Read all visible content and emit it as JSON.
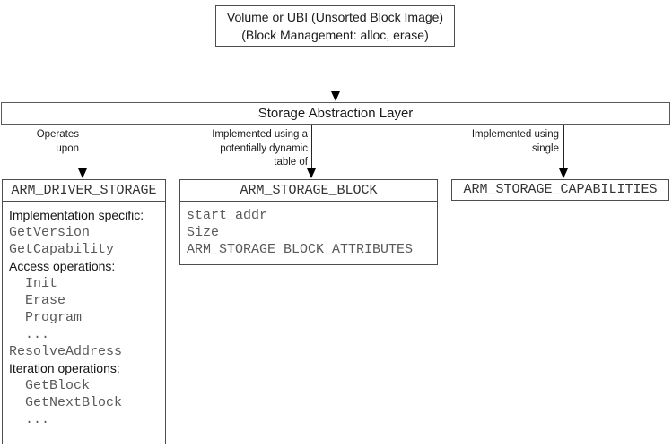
{
  "top_box": {
    "line1": "Volume or UBI (Unsorted Block Image)",
    "line2": "(Block Management: alloc, erase)"
  },
  "sal_box": {
    "title": "Storage Abstraction Layer"
  },
  "edges": [
    {
      "label_lines": [
        "Operates",
        "upon"
      ]
    },
    {
      "label_lines": [
        "Implemented using a",
        "potentially dynamic",
        "table of"
      ]
    },
    {
      "label_lines": [
        "Implemented using",
        "single"
      ]
    }
  ],
  "driver_box": {
    "title": "ARM_DRIVER_STORAGE",
    "lines": [
      "Implementation specific:",
      "GetVersion",
      "GetCapability",
      "Access operations:",
      "Init",
      "Erase",
      "Program",
      "...",
      "ResolveAddress",
      "Iteration operations:",
      "GetBlock",
      "GetNextBlock",
      "..."
    ]
  },
  "block_box": {
    "title": "ARM_STORAGE_BLOCK",
    "fields": [
      "start_addr",
      "Size",
      "ARM_STORAGE_BLOCK_ATTRIBUTES"
    ]
  },
  "capabilities_box": {
    "title": "ARM_STORAGE_CAPABILITIES"
  },
  "colors": {
    "border": "#4d4d4d",
    "code_text": "#595959",
    "label_text": "#1a1a1a",
    "arrow": "#000000"
  }
}
